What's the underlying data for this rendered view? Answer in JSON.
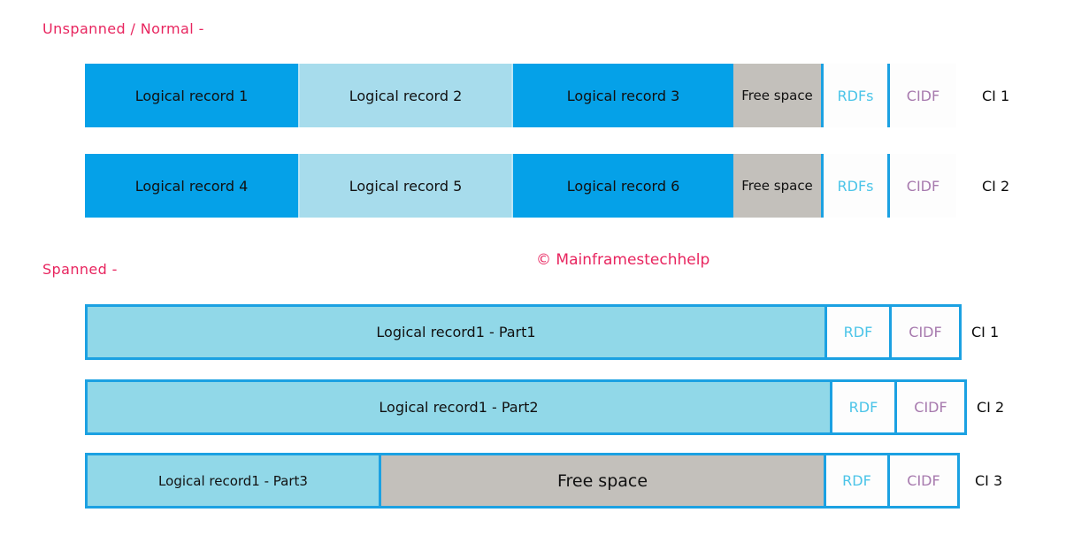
{
  "sections": {
    "unspanned": {
      "caption": "Unspanned / Normal -"
    },
    "spanned": {
      "caption": "Spanned -"
    }
  },
  "watermark": {
    "text": "© Mainframestechhelp"
  },
  "colors": {
    "accent_pink": "#E8255F",
    "blue_strong": "#05A1E8",
    "blue_light": "#A7DCEC",
    "blue_span": "#91D8E8",
    "border_blue": "#1BA1E2",
    "gray_free": "#C3C0BB",
    "rdf_text": "#4BC4E8",
    "cidf_text": "#A77AAE",
    "label_text": "#111111"
  },
  "unspanned_rows": [
    {
      "ci_label": "CI 1",
      "segments": [
        {
          "label": "Logical record 1",
          "kind": "record"
        },
        {
          "label": "Logical record 2",
          "kind": "record"
        },
        {
          "label": "Logical record 3",
          "kind": "record"
        },
        {
          "label": "Free space",
          "kind": "free"
        },
        {
          "label": "RDFs",
          "kind": "rdf"
        },
        {
          "label": "CIDF",
          "kind": "cidf"
        }
      ]
    },
    {
      "ci_label": "CI 2",
      "segments": [
        {
          "label": "Logical record 4",
          "kind": "record"
        },
        {
          "label": "Logical record 5",
          "kind": "record"
        },
        {
          "label": "Logical record 6",
          "kind": "record"
        },
        {
          "label": "Free space",
          "kind": "free"
        },
        {
          "label": "RDFs",
          "kind": "rdf"
        },
        {
          "label": "CIDF",
          "kind": "cidf"
        }
      ]
    }
  ],
  "spanned_rows": [
    {
      "ci_label": "CI 1",
      "segments": [
        {
          "label": "Logical record1 - Part1",
          "kind": "record"
        },
        {
          "label": "RDF",
          "kind": "rdf"
        },
        {
          "label": "CIDF",
          "kind": "cidf"
        }
      ]
    },
    {
      "ci_label": "CI 2",
      "segments": [
        {
          "label": "Logical record1 - Part2",
          "kind": "record"
        },
        {
          "label": "RDF",
          "kind": "rdf"
        },
        {
          "label": "CIDF",
          "kind": "cidf"
        }
      ]
    },
    {
      "ci_label": "CI 3",
      "segments": [
        {
          "label": "Logical record1 - Part3",
          "kind": "record"
        },
        {
          "label": "Free space",
          "kind": "free"
        },
        {
          "label": "RDF",
          "kind": "rdf"
        },
        {
          "label": "CIDF",
          "kind": "cidf"
        }
      ]
    }
  ]
}
